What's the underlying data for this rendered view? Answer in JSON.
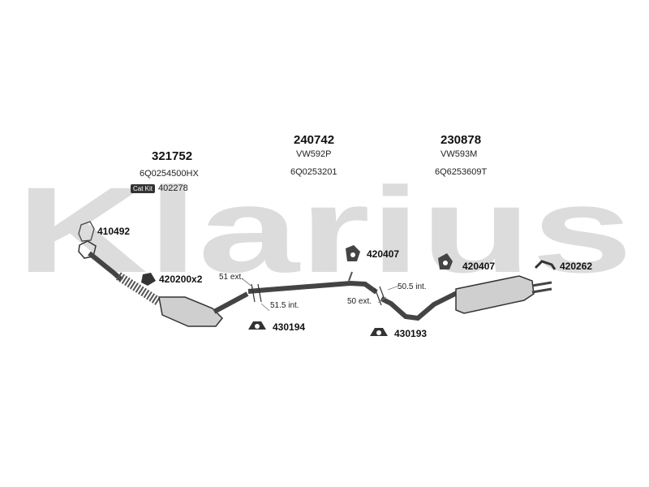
{
  "watermark": {
    "brand": "Klarius",
    "color": "#d9d9d9"
  },
  "assemblies": [
    {
      "part_no": "321752",
      "oe_no": "6Q0254500HX"
    },
    {
      "part_no": "240742",
      "model_code": "VW592P",
      "oe_no": "6Q0253201"
    },
    {
      "part_no": "230878",
      "model_code": "VW593M",
      "oe_no": "6Q6253609T"
    }
  ],
  "fitting_kit": {
    "badge": "Cat Kit",
    "part_no": "402278"
  },
  "components": [
    {
      "part_no": "410492"
    },
    {
      "part_no": "420200x2"
    },
    {
      "part_no": "420407"
    },
    {
      "part_no": "420407"
    },
    {
      "part_no": "420262"
    },
    {
      "part_no": "430194"
    },
    {
      "part_no": "430193"
    }
  ],
  "dimensions": [
    "51 ext.",
    "51.5 int.",
    "50.5 int.",
    "50 ext."
  ]
}
